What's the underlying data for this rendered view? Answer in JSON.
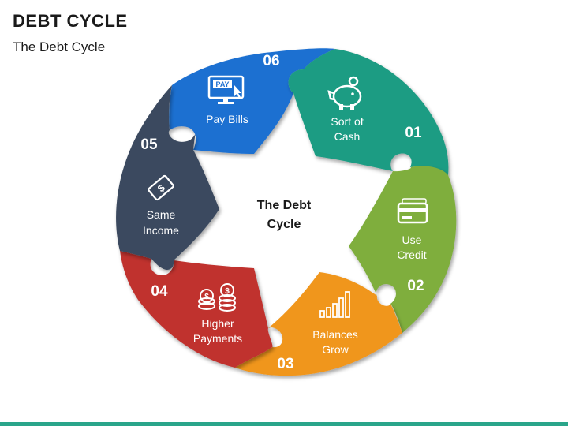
{
  "header": {
    "title": "DEBT CYCLE",
    "subtitle": "The Debt Cycle"
  },
  "center": {
    "line1": "The Debt",
    "line2": "Cycle"
  },
  "segments": [
    {
      "number": "01",
      "label_line1": "Sort of",
      "label_line2": "Cash",
      "color": "#1e9c83",
      "icon": "piggy-bank-icon"
    },
    {
      "number": "02",
      "label_line1": "Use",
      "label_line2": "Credit",
      "color": "#7fae3e",
      "icon": "credit-card-icon"
    },
    {
      "number": "03",
      "label_line1": "Balances",
      "label_line2": "Grow",
      "color": "#f0961e",
      "icon": "bar-chart-icon"
    },
    {
      "number": "04",
      "label_line1": "Higher",
      "label_line2": "Payments",
      "color": "#c0302e",
      "icon": "coins-icon"
    },
    {
      "number": "05",
      "label_line1": "Same",
      "label_line2": "Income",
      "color": "#3b4a5e",
      "icon": "money-bill-icon"
    },
    {
      "number": "06",
      "label_line1": "Pay Bills",
      "label_line2": "",
      "color": "#1c6fd1",
      "icon": "pay-monitor-icon"
    }
  ],
  "pay_icon_text": "PAY",
  "accent_bar_color": "#2aa58a"
}
